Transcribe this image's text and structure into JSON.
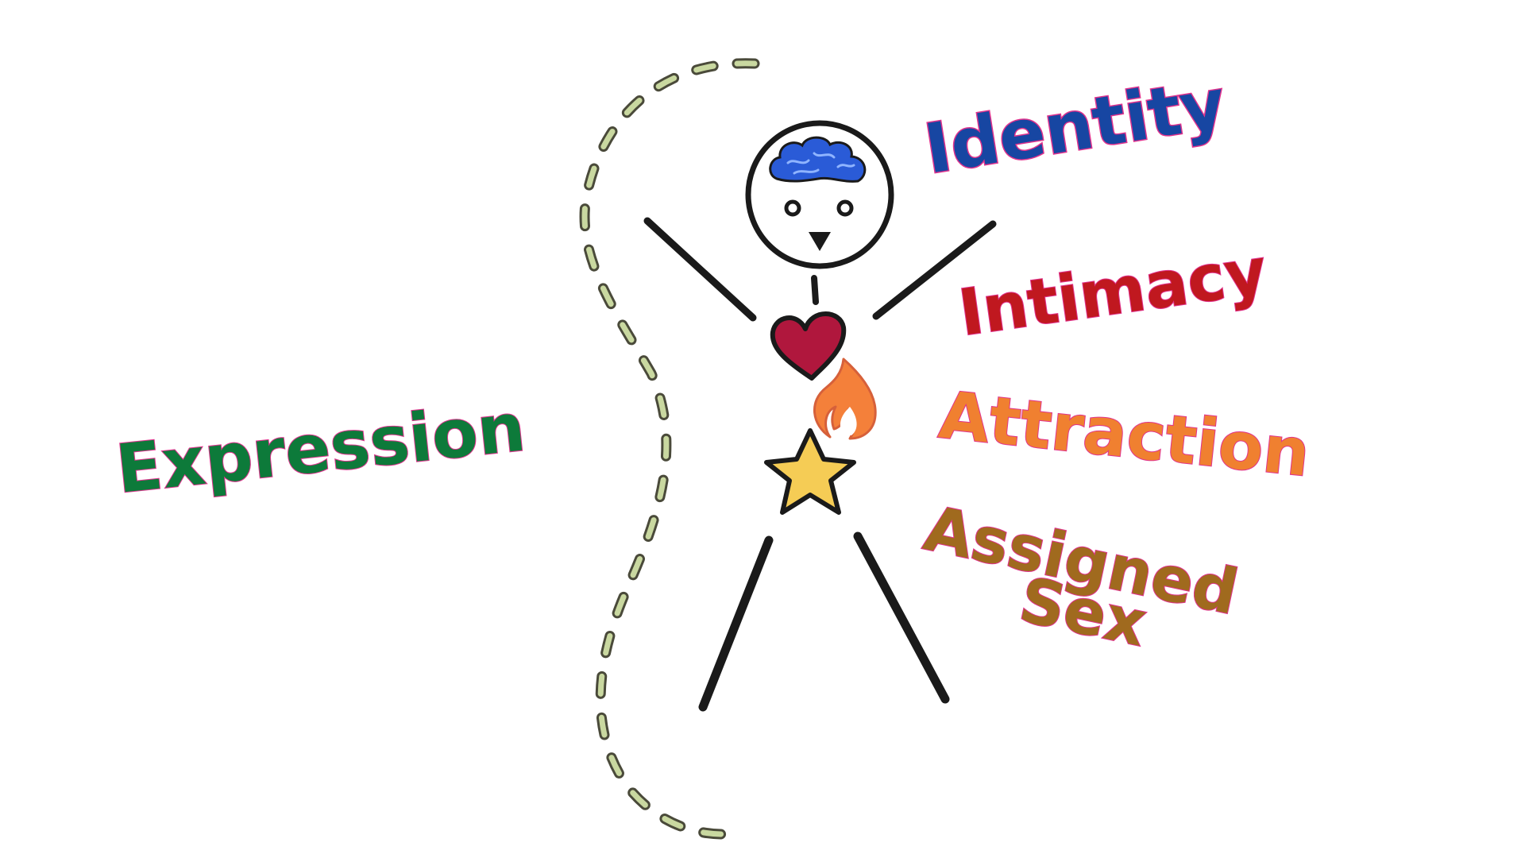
{
  "labels": {
    "identity": "Identity",
    "intimacy": "Intimacy",
    "attraction": "Attraction",
    "assigned_sex_line1": "Assigned",
    "assigned_sex_line2": "Sex",
    "expression": "Expression"
  },
  "colors": {
    "identity": "#1746a2",
    "intimacy": "#c0181f",
    "attraction": "#f08030",
    "assigned_sex": "#a06a1e",
    "expression": "#0d7a3a",
    "figure_line": "#1a1a1a",
    "brain": "#2a5bd7",
    "heart": "#b0173d",
    "flame": "#f4803a",
    "star": "#f5cc55",
    "dashed_outline": "#c9d8a0"
  },
  "icons": {
    "head": "stick-figure-head",
    "brain": "brain-icon",
    "heart": "heart-icon",
    "flame": "flame-icon",
    "star": "star-icon"
  }
}
